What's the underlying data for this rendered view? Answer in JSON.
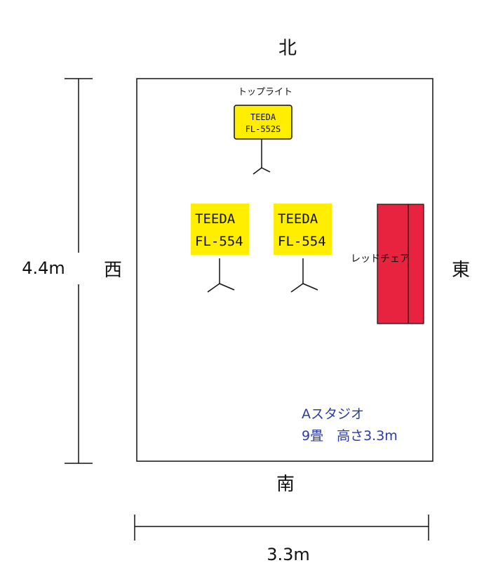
{
  "directions": {
    "north": "北",
    "south": "南",
    "east": "東",
    "west": "西"
  },
  "dimensions": {
    "height": "4.4m",
    "width": "3.3m"
  },
  "top_light": {
    "caption": "トップライト",
    "brand": "TEEDA",
    "model": "FL-552S"
  },
  "lights": [
    {
      "brand": "TEEDA",
      "model": "FL-554"
    },
    {
      "brand": "TEEDA",
      "model": "FL-554"
    }
  ],
  "chair": {
    "label": "レッドチェア"
  },
  "studio": {
    "name": "Aスタジオ",
    "details": "9畳　高さ3.3m"
  },
  "colors": {
    "light_fill": "#ffee00",
    "chair_fill": "#e8233f",
    "studio_text": "#2a3ca0",
    "line": "#111111"
  }
}
